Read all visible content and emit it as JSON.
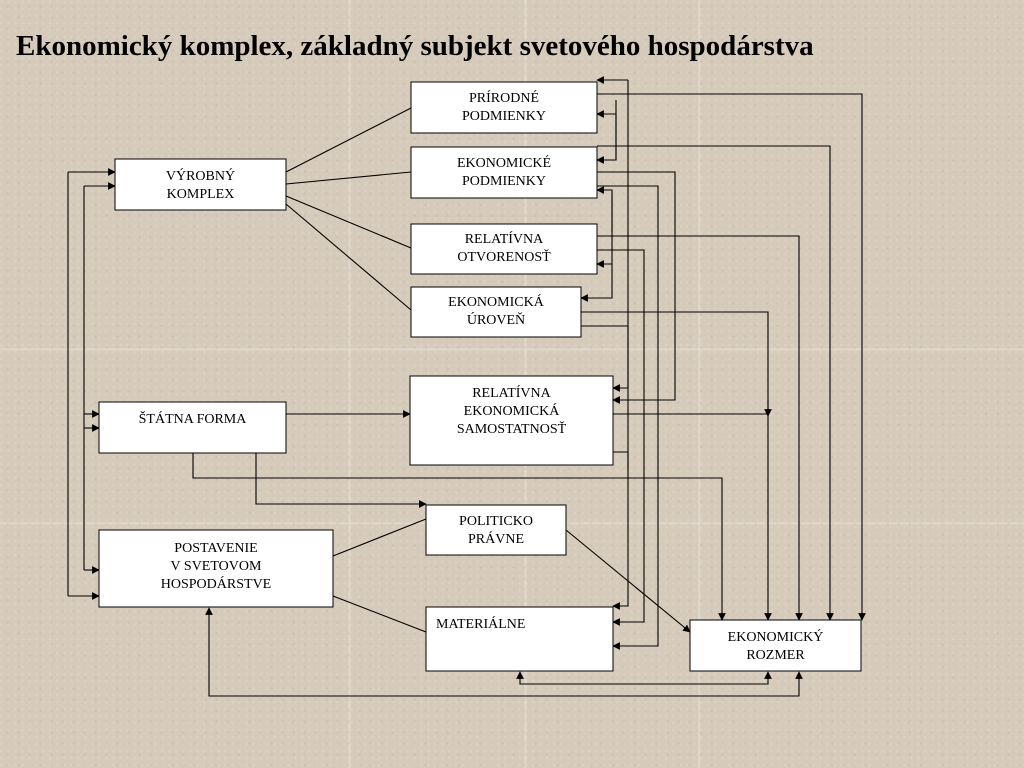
{
  "title": "Ekonomický komplex, základný subjekt svetového hospodárstva",
  "nodes": {
    "vyrobny_komplex": [
      "VÝROBNÝ",
      "KOMPLEX"
    ],
    "statna_forma": [
      "ŠTÁTNA FORMA"
    ],
    "postavenie": [
      "POSTAVENIE",
      "V SVETOVOM",
      "HOSPODÁRSTVE"
    ],
    "prirodne": [
      "PRÍRODNÉ",
      "PODMIENKY"
    ],
    "ekonomicke": [
      "EKONOMICKÉ",
      "PODMIENKY"
    ],
    "otvorenost": [
      "RELATÍVNA",
      "OTVORENOSŤ"
    ],
    "uroven": [
      "EKONOMICKÁ",
      "ÚROVEŇ"
    ],
    "samostatnost": [
      "RELATÍVNA",
      "EKONOMICKÁ",
      "SAMOSTATNOSŤ"
    ],
    "politicko": [
      "POLITICKO",
      "PRÁVNE"
    ],
    "materialne": [
      "MATERIÁLNE"
    ],
    "rozmer": [
      "EKONOMICKÝ",
      "ROZMER"
    ]
  }
}
